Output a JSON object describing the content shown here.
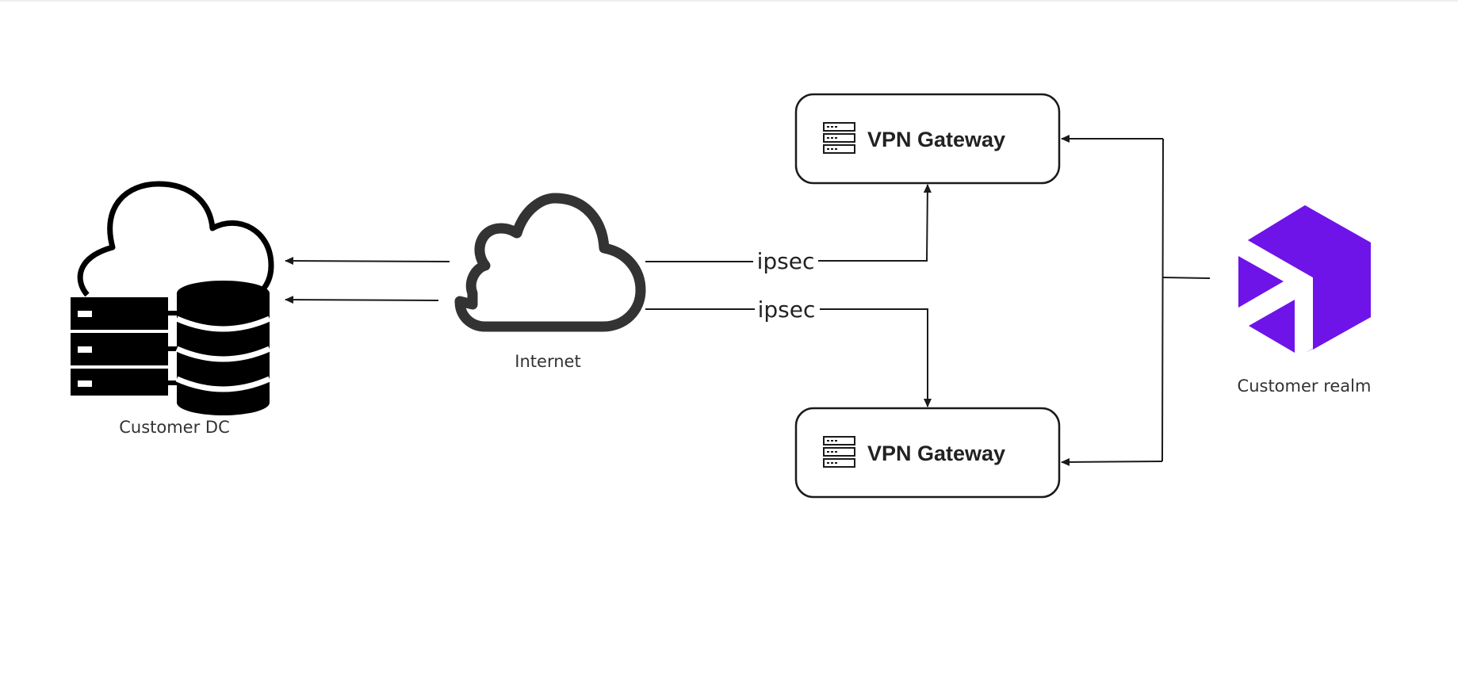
{
  "nodes": {
    "customer_dc": {
      "label": "Customer DC",
      "icon": "cloud-database-server-icon"
    },
    "internet": {
      "label": "Internet",
      "icon": "cloud-icon"
    },
    "vpn_gateway_top": {
      "label": "VPN Gateway",
      "icon": "server-stack-icon"
    },
    "vpn_gateway_bottom": {
      "label": "VPN Gateway",
      "icon": "server-stack-icon"
    },
    "customer_realm": {
      "label": "Customer realm",
      "icon": "hexagon-logo-icon"
    }
  },
  "edges": {
    "top_link": {
      "label": "ipsec"
    },
    "bottom_link": {
      "label": "ipsec"
    }
  },
  "colors": {
    "line": "#1a1a1a",
    "node_border": "#1a1a1a",
    "cloud_stroke": "#333333",
    "realm_purple": "#6f14e8",
    "text": "#333333"
  }
}
